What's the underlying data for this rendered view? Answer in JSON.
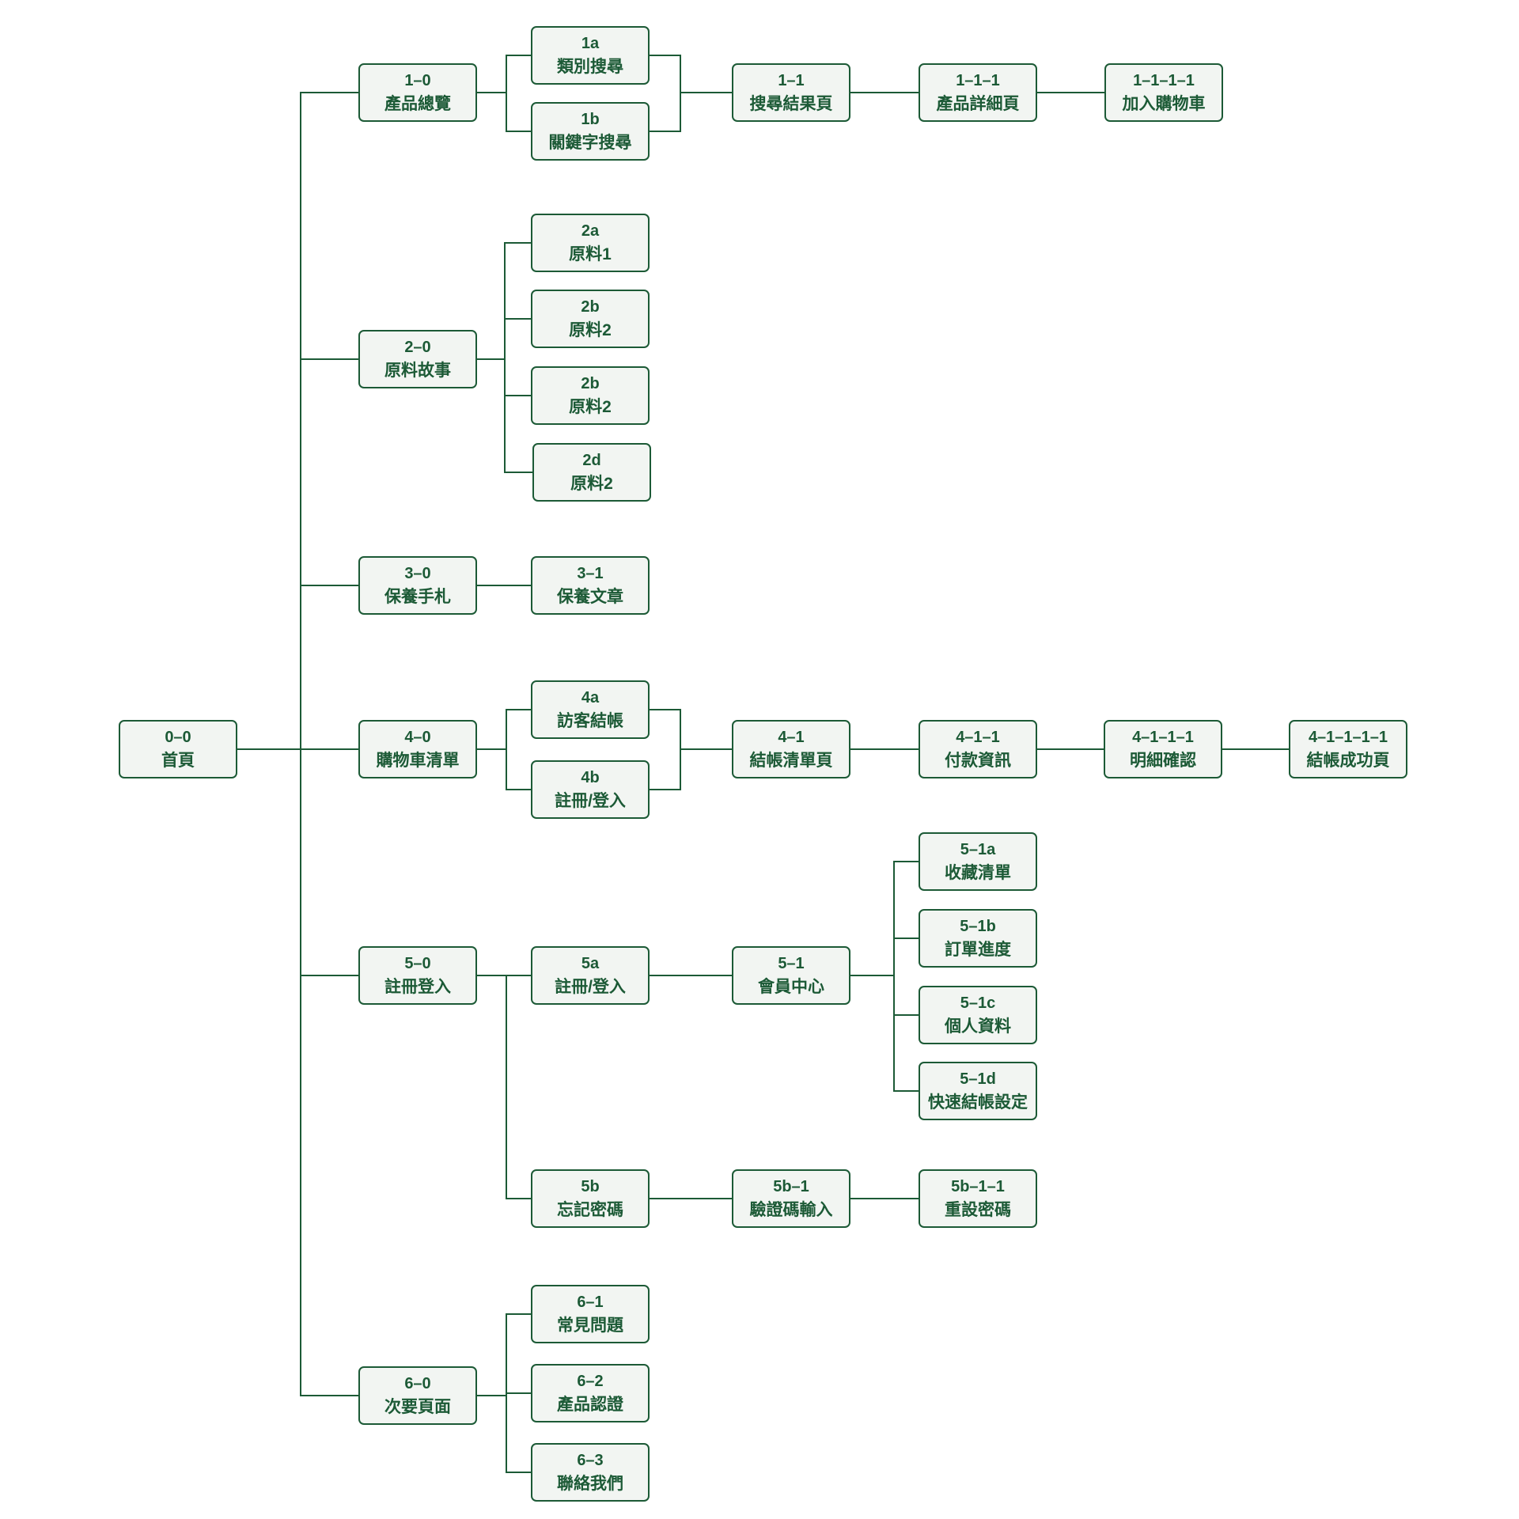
{
  "diagram": {
    "line_color": "#1c5a36",
    "node_fill": "#f2f5f2",
    "nodes": [
      {
        "id": "n00",
        "code": "0–0",
        "label": "首頁"
      },
      {
        "id": "n10",
        "code": "1–0",
        "label": "產品總覽"
      },
      {
        "id": "n1a",
        "code": "1a",
        "label": "類別搜尋"
      },
      {
        "id": "n1b",
        "code": "1b",
        "label": "關鍵字搜尋"
      },
      {
        "id": "n11",
        "code": "1–1",
        "label": "搜尋結果頁"
      },
      {
        "id": "n111",
        "code": "1–1–1",
        "label": "產品詳細頁"
      },
      {
        "id": "n1111",
        "code": "1–1–1–1",
        "label": "加入購物車"
      },
      {
        "id": "n20",
        "code": "2–0",
        "label": "原料故事"
      },
      {
        "id": "n2a",
        "code": "2a",
        "label": "原料1"
      },
      {
        "id": "n2b",
        "code": "2b",
        "label": "原料2"
      },
      {
        "id": "n2b2",
        "code": "2b",
        "label": "原料2"
      },
      {
        "id": "n2d",
        "code": "2d",
        "label": "原料2"
      },
      {
        "id": "n30",
        "code": "3–0",
        "label": "保養手札"
      },
      {
        "id": "n31",
        "code": "3–1",
        "label": "保養文章"
      },
      {
        "id": "n40",
        "code": "4–0",
        "label": "購物車清單"
      },
      {
        "id": "n4a",
        "code": "4a",
        "label": "訪客結帳"
      },
      {
        "id": "n4b",
        "code": "4b",
        "label": "註冊/登入"
      },
      {
        "id": "n41",
        "code": "4–1",
        "label": "結帳清單頁"
      },
      {
        "id": "n411",
        "code": "4–1–1",
        "label": "付款資訊"
      },
      {
        "id": "n4111",
        "code": "4–1–1–1",
        "label": "明細確認"
      },
      {
        "id": "n41111",
        "code": "4–1–1–1–1",
        "label": "結帳成功頁"
      },
      {
        "id": "n50",
        "code": "5–0",
        "label": "註冊登入"
      },
      {
        "id": "n5a",
        "code": "5a",
        "label": "註冊/登入"
      },
      {
        "id": "n51",
        "code": "5–1",
        "label": "會員中心"
      },
      {
        "id": "n51a",
        "code": "5–1a",
        "label": "收藏清單"
      },
      {
        "id": "n51b",
        "code": "5–1b",
        "label": "訂單進度"
      },
      {
        "id": "n51c",
        "code": "5–1c",
        "label": "個人資料"
      },
      {
        "id": "n51d",
        "code": "5–1d",
        "label": "快速結帳設定"
      },
      {
        "id": "n5b",
        "code": "5b",
        "label": "忘記密碼"
      },
      {
        "id": "n5b1",
        "code": "5b–1",
        "label": "驗證碼輸入"
      },
      {
        "id": "n5b11",
        "code": "5b–1–1",
        "label": "重設密碼"
      },
      {
        "id": "n60",
        "code": "6–0",
        "label": "次要頁面"
      },
      {
        "id": "n61",
        "code": "6–1",
        "label": "常見問題"
      },
      {
        "id": "n62",
        "code": "6–2",
        "label": "產品認證"
      },
      {
        "id": "n63",
        "code": "6–3",
        "label": "聯絡我們"
      }
    ]
  }
}
